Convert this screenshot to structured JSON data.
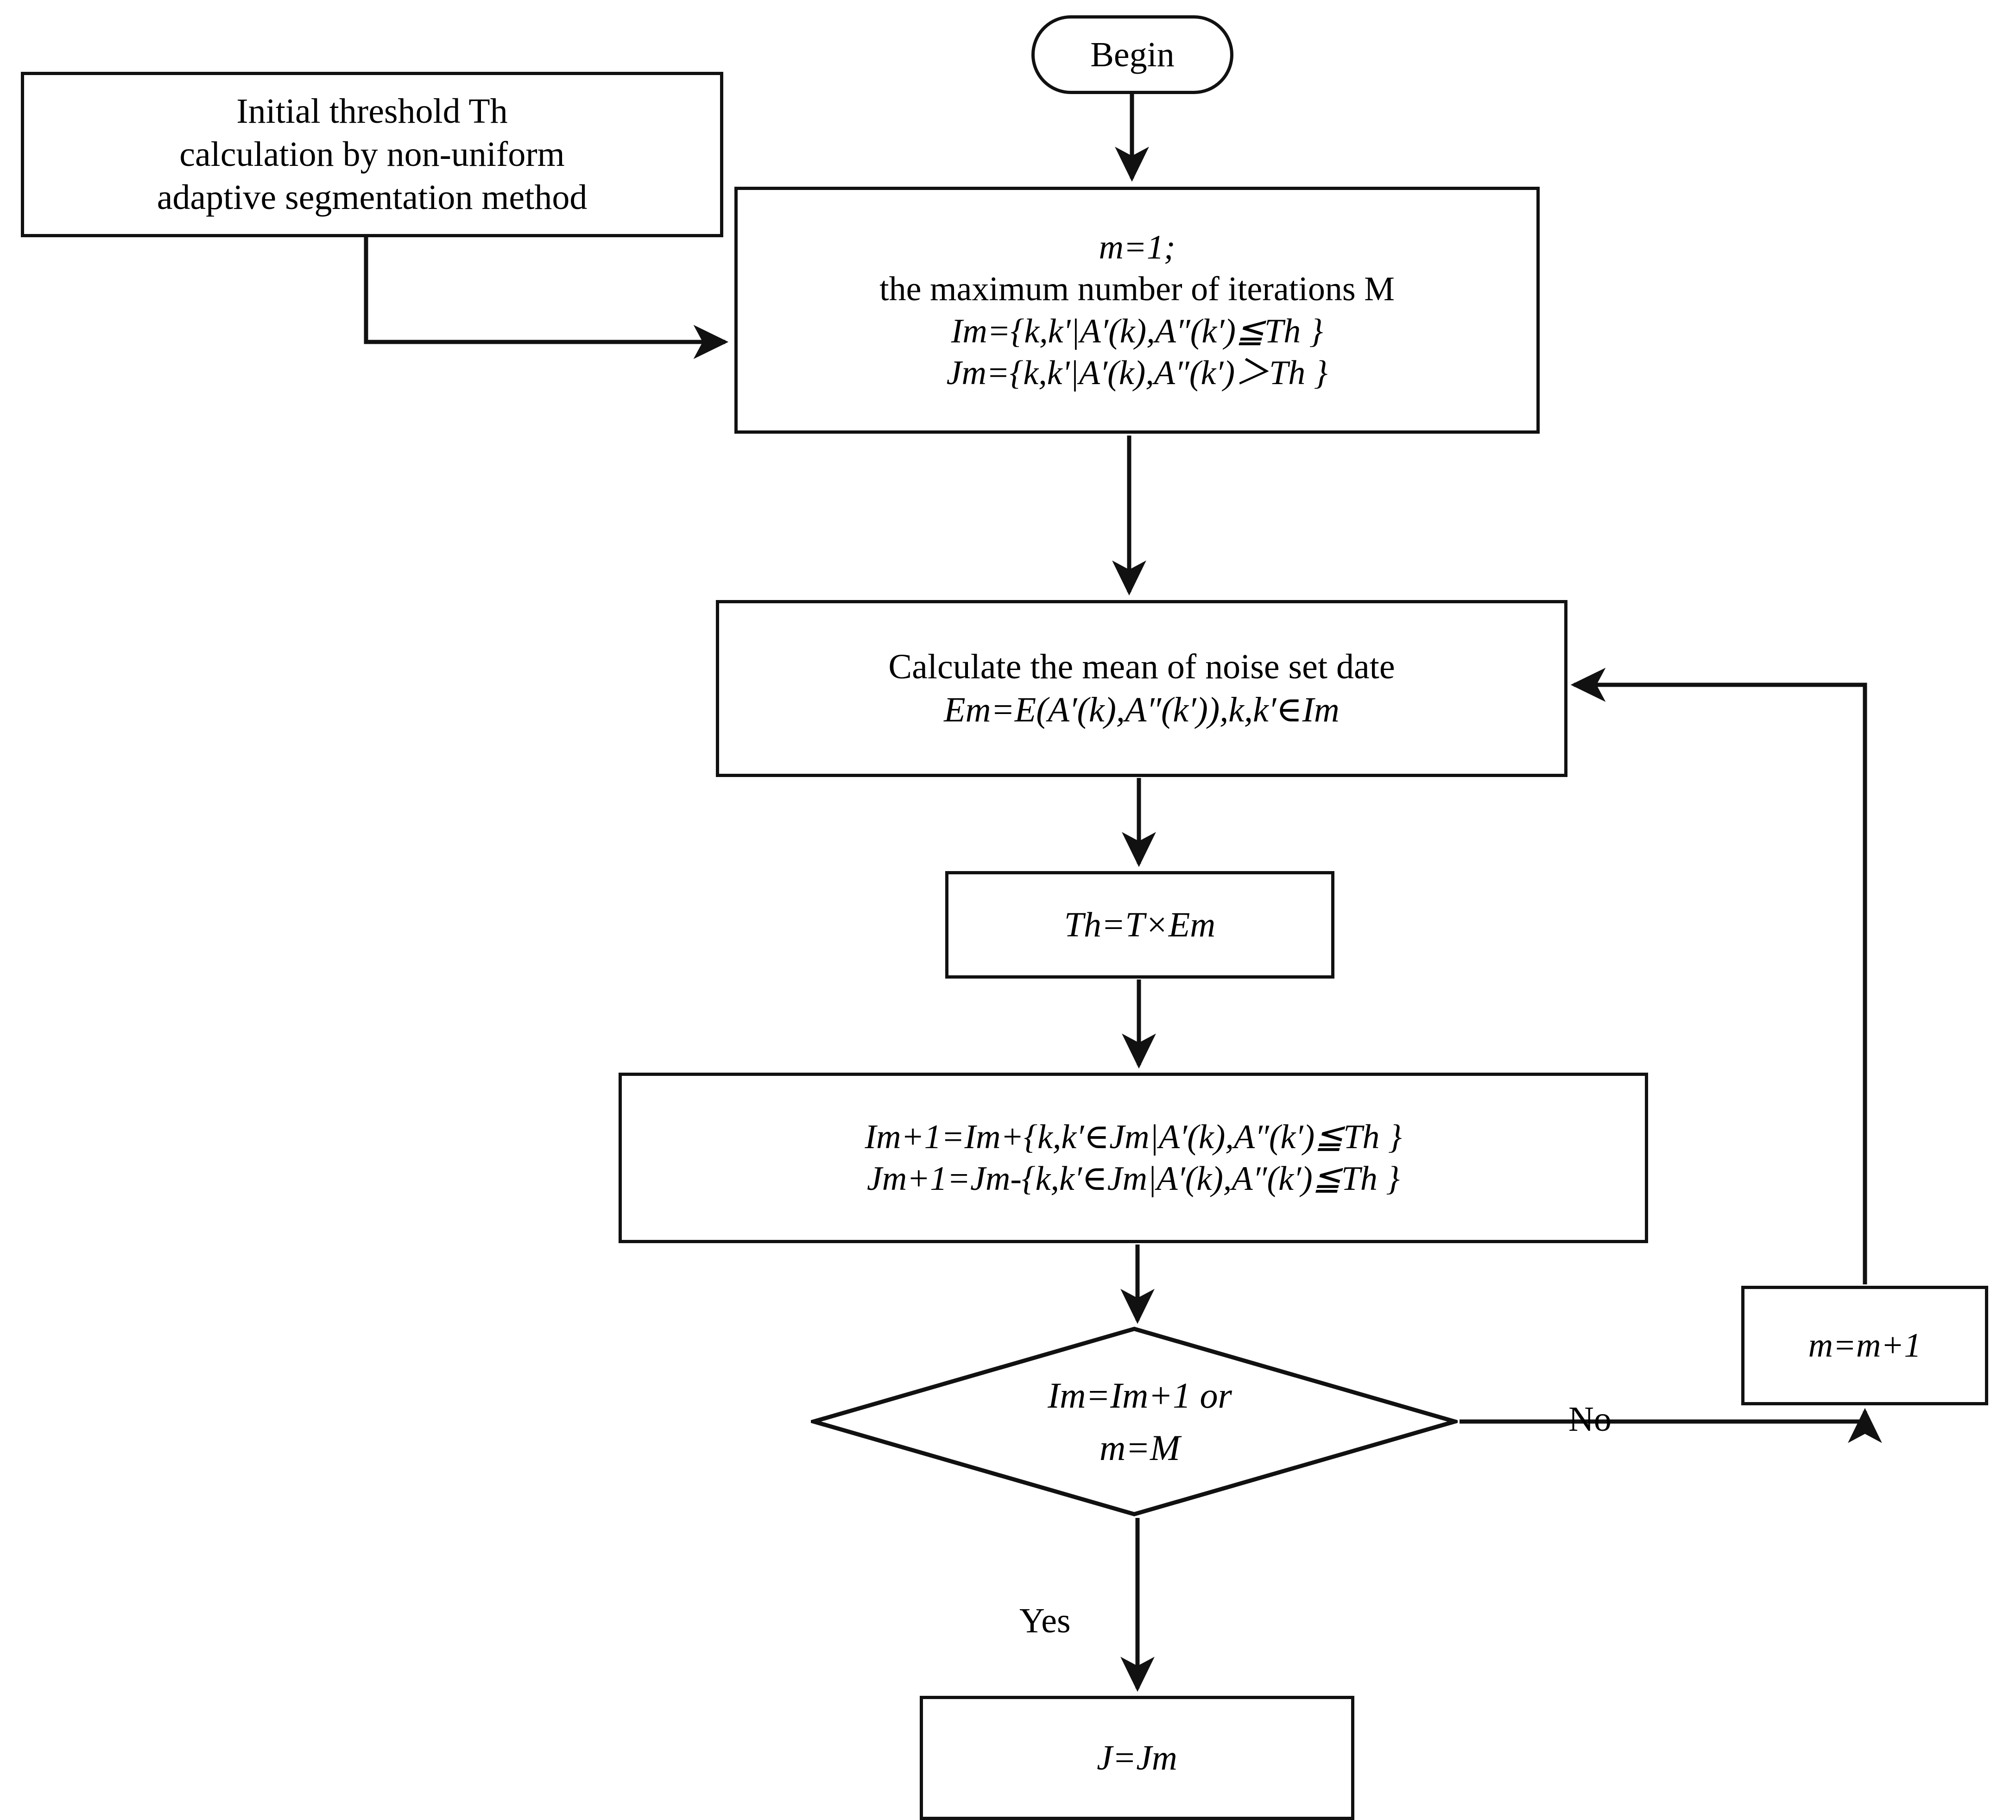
{
  "diagram": {
    "type": "flowchart",
    "title": "Iterative adaptive threshold noise-set segmentation flowchart",
    "background": "#ffffff",
    "stroke": "#111111"
  },
  "nodes": {
    "initial_threshold": {
      "shape": "process",
      "lines": [
        "Initial threshold Th",
        "calculation by non-uniform",
        "adaptive segmentation method"
      ]
    },
    "begin": {
      "shape": "terminator",
      "label": "Begin"
    },
    "init": {
      "shape": "process",
      "lines": [
        "m=1;",
        "the maximum number of iterations M",
        "Im={k,k'|A′(k),A″(k′)≦Th }",
        "Jm={k,k'|A′(k),A″(k′)＞Th }"
      ]
    },
    "calc_mean": {
      "shape": "process",
      "lines": [
        "Calculate the mean of noise set date",
        "Em=E(A′(k),A″(k′)),k,k′∈Im"
      ]
    },
    "threshold_update": {
      "shape": "process",
      "lines": [
        "Th=T×Em"
      ]
    },
    "set_update": {
      "shape": "process",
      "lines": [
        "Im+1=Im+{k,k′∈Jm|A′(k),A″(k′)≦Th }",
        "Jm+1=Jm-{k,k′∈Jm|A′(k),A″(k′)≦Th }"
      ]
    },
    "decision": {
      "shape": "decision",
      "lines": [
        "Im=Im+1 or",
        "m=M"
      ]
    },
    "increment": {
      "shape": "process",
      "lines": [
        "m=m+1"
      ]
    },
    "output": {
      "shape": "process",
      "lines": [
        "J=Jm"
      ]
    }
  },
  "edge_labels": {
    "no": "No",
    "yes": "Yes"
  }
}
